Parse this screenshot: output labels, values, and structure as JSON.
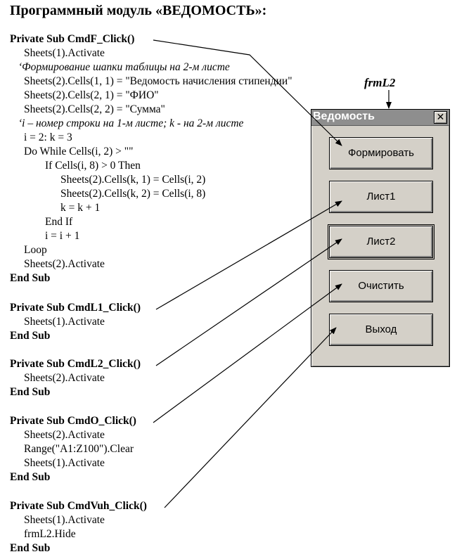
{
  "title": "Программный модуль «ВЕДОМОСТЬ»:",
  "form": {
    "name_label": "frmL2",
    "caption": "Ведомость",
    "close_glyph": "✕",
    "buttons": {
      "form": "Формировать",
      "list1": "Лист1",
      "list2": "Лист2",
      "clear": "Очистить",
      "exit": "Выход"
    }
  },
  "code": {
    "cmdF": {
      "l1": "Private Sub CmdF_Click()",
      "l2": "Sheets(1).Activate",
      "l3": "‘Формирование шапки таблицы на 2-м листе",
      "l4": "Sheets(2).Cells(1, 1) = \"Ведомость начисления стипендии\"",
      "l5": "Sheets(2).Cells(2, 1) = \"ФИО\"",
      "l6": "Sheets(2).Cells(2, 2) = \"Сумма\"",
      "l7": "‘i – номер строки на 1-м листе; k -  на 2-м листе",
      "l8": "i = 2: k = 3",
      "l9": "Do While Cells(i, 2) > \"\"",
      "l10": "If Cells(i, 8) > 0 Then",
      "l11": "Sheets(2).Cells(k, 1) = Cells(i, 2)",
      "l12": "Sheets(2).Cells(k, 2) = Cells(i, 8)",
      "l13": "k = k + 1",
      "l14": "End If",
      "l15": "i = i + 1",
      "l16": "Loop",
      "l17": "Sheets(2).Activate",
      "l18": "End Sub"
    },
    "cmdL1": {
      "l1": "Private Sub CmdL1_Click()",
      "l2": "Sheets(1).Activate",
      "l3": "End Sub"
    },
    "cmdL2": {
      "l1": "Private Sub CmdL2_Click()",
      "l2": "Sheets(2).Activate",
      "l3": "End Sub"
    },
    "cmdO": {
      "l1": "Private Sub CmdO_Click()",
      "l2": "Sheets(2).Activate",
      "l3": "Range(\"A1:Z100\").Clear",
      "l4": "Sheets(1).Activate",
      "l5": "End Sub"
    },
    "cmdVuh": {
      "l1": "Private Sub CmdVuh_Click()",
      "l2": "Sheets(1).Activate",
      "l3": "frmL2.Hide",
      "l4": "End Sub"
    }
  }
}
